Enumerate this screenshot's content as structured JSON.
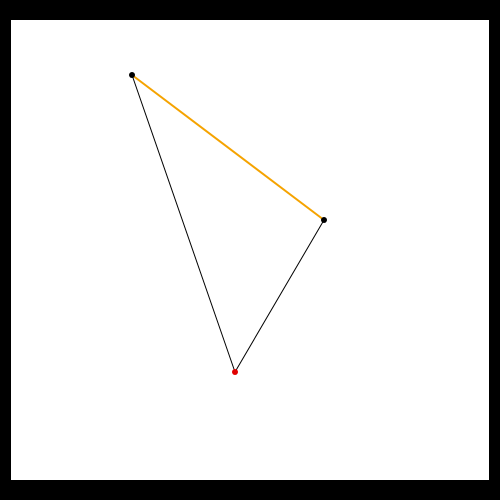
{
  "colors": {
    "frame": "#000000",
    "canvas": "#ffffff",
    "edge_default": "#000000",
    "edge_highlight": "#f5a300",
    "vertex_default": "#000000",
    "vertex_highlight": "#e00000"
  },
  "diagram": {
    "vertices": [
      {
        "id": "A",
        "highlighted": false
      },
      {
        "id": "B",
        "highlighted": false
      },
      {
        "id": "C",
        "highlighted": true
      }
    ],
    "edges": [
      {
        "from": "A",
        "to": "B",
        "highlighted": true
      },
      {
        "from": "B",
        "to": "C",
        "highlighted": false
      },
      {
        "from": "C",
        "to": "A",
        "highlighted": false
      }
    ]
  }
}
